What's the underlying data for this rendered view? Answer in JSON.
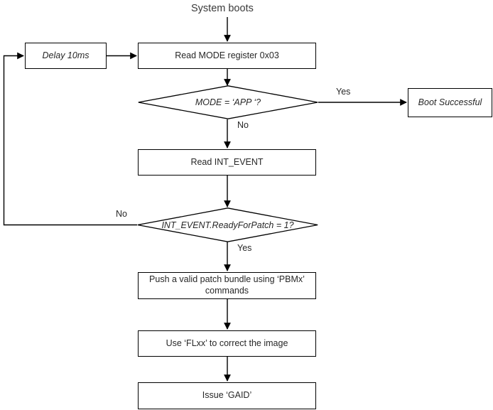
{
  "diagram": {
    "title_caption": "System boots",
    "nodes": {
      "delay": {
        "label": "Delay 10ms",
        "style": "italic"
      },
      "read_mode": {
        "label": "Read MODE register 0x03",
        "style": "normal"
      },
      "decision_mode": {
        "label": "MODE = ‘APP ‘?",
        "style": "italic"
      },
      "boot_successful": {
        "label": "Boot Successful",
        "style": "italic"
      },
      "read_int_event": {
        "label": "Read INT_EVENT",
        "style": "normal"
      },
      "decision_ready": {
        "label": "INT_EVENT.ReadyForPatch = 1?",
        "style": "italic"
      },
      "push_patch": {
        "label": "Push a valid patch bundle using ‘PBMx’ commands",
        "style": "normal"
      },
      "use_flxx": {
        "label": "Use ‘FLxx’ to correct the image",
        "style": "normal"
      },
      "issue_gaid": {
        "label": "Issue ‘GAID’",
        "style": "normal"
      }
    },
    "edge_labels": {
      "mode_yes": "Yes",
      "mode_no": "No",
      "ready_no": "No",
      "ready_yes": "Yes"
    },
    "colors": {
      "stroke": "#000000",
      "text": "#272727",
      "caption_text": "#3a3a3a",
      "background": "#ffffff"
    }
  }
}
